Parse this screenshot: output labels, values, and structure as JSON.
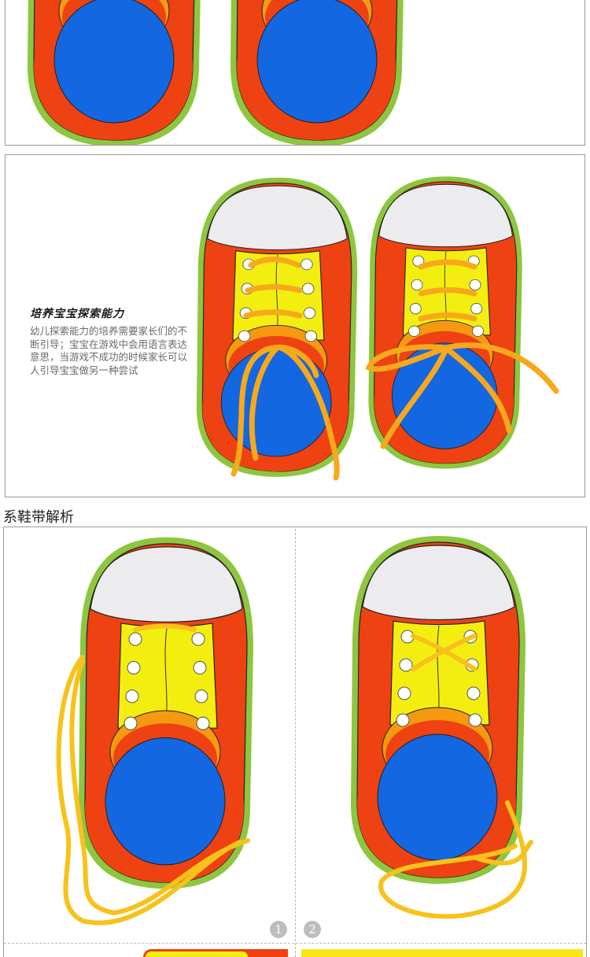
{
  "feature": {
    "title": "培养宝宝探索能力",
    "body": "幼儿探索能力的培养需要家长们的不断引导；宝宝在游戏中会用语言表达意思，当游戏不成功的时候家长可以人引导宝宝做另一种尝试"
  },
  "section": {
    "heading": "系鞋带解析"
  },
  "steps": {
    "one": "1",
    "two": "2"
  },
  "colors": {
    "red": "#ee4212",
    "yellow": "#f3ee10",
    "blue": "#1367e0",
    "orange": "#f59a10",
    "green_edge": "#8dc63f",
    "lace": "#f7a81b",
    "toe_cap": "#ececee"
  }
}
